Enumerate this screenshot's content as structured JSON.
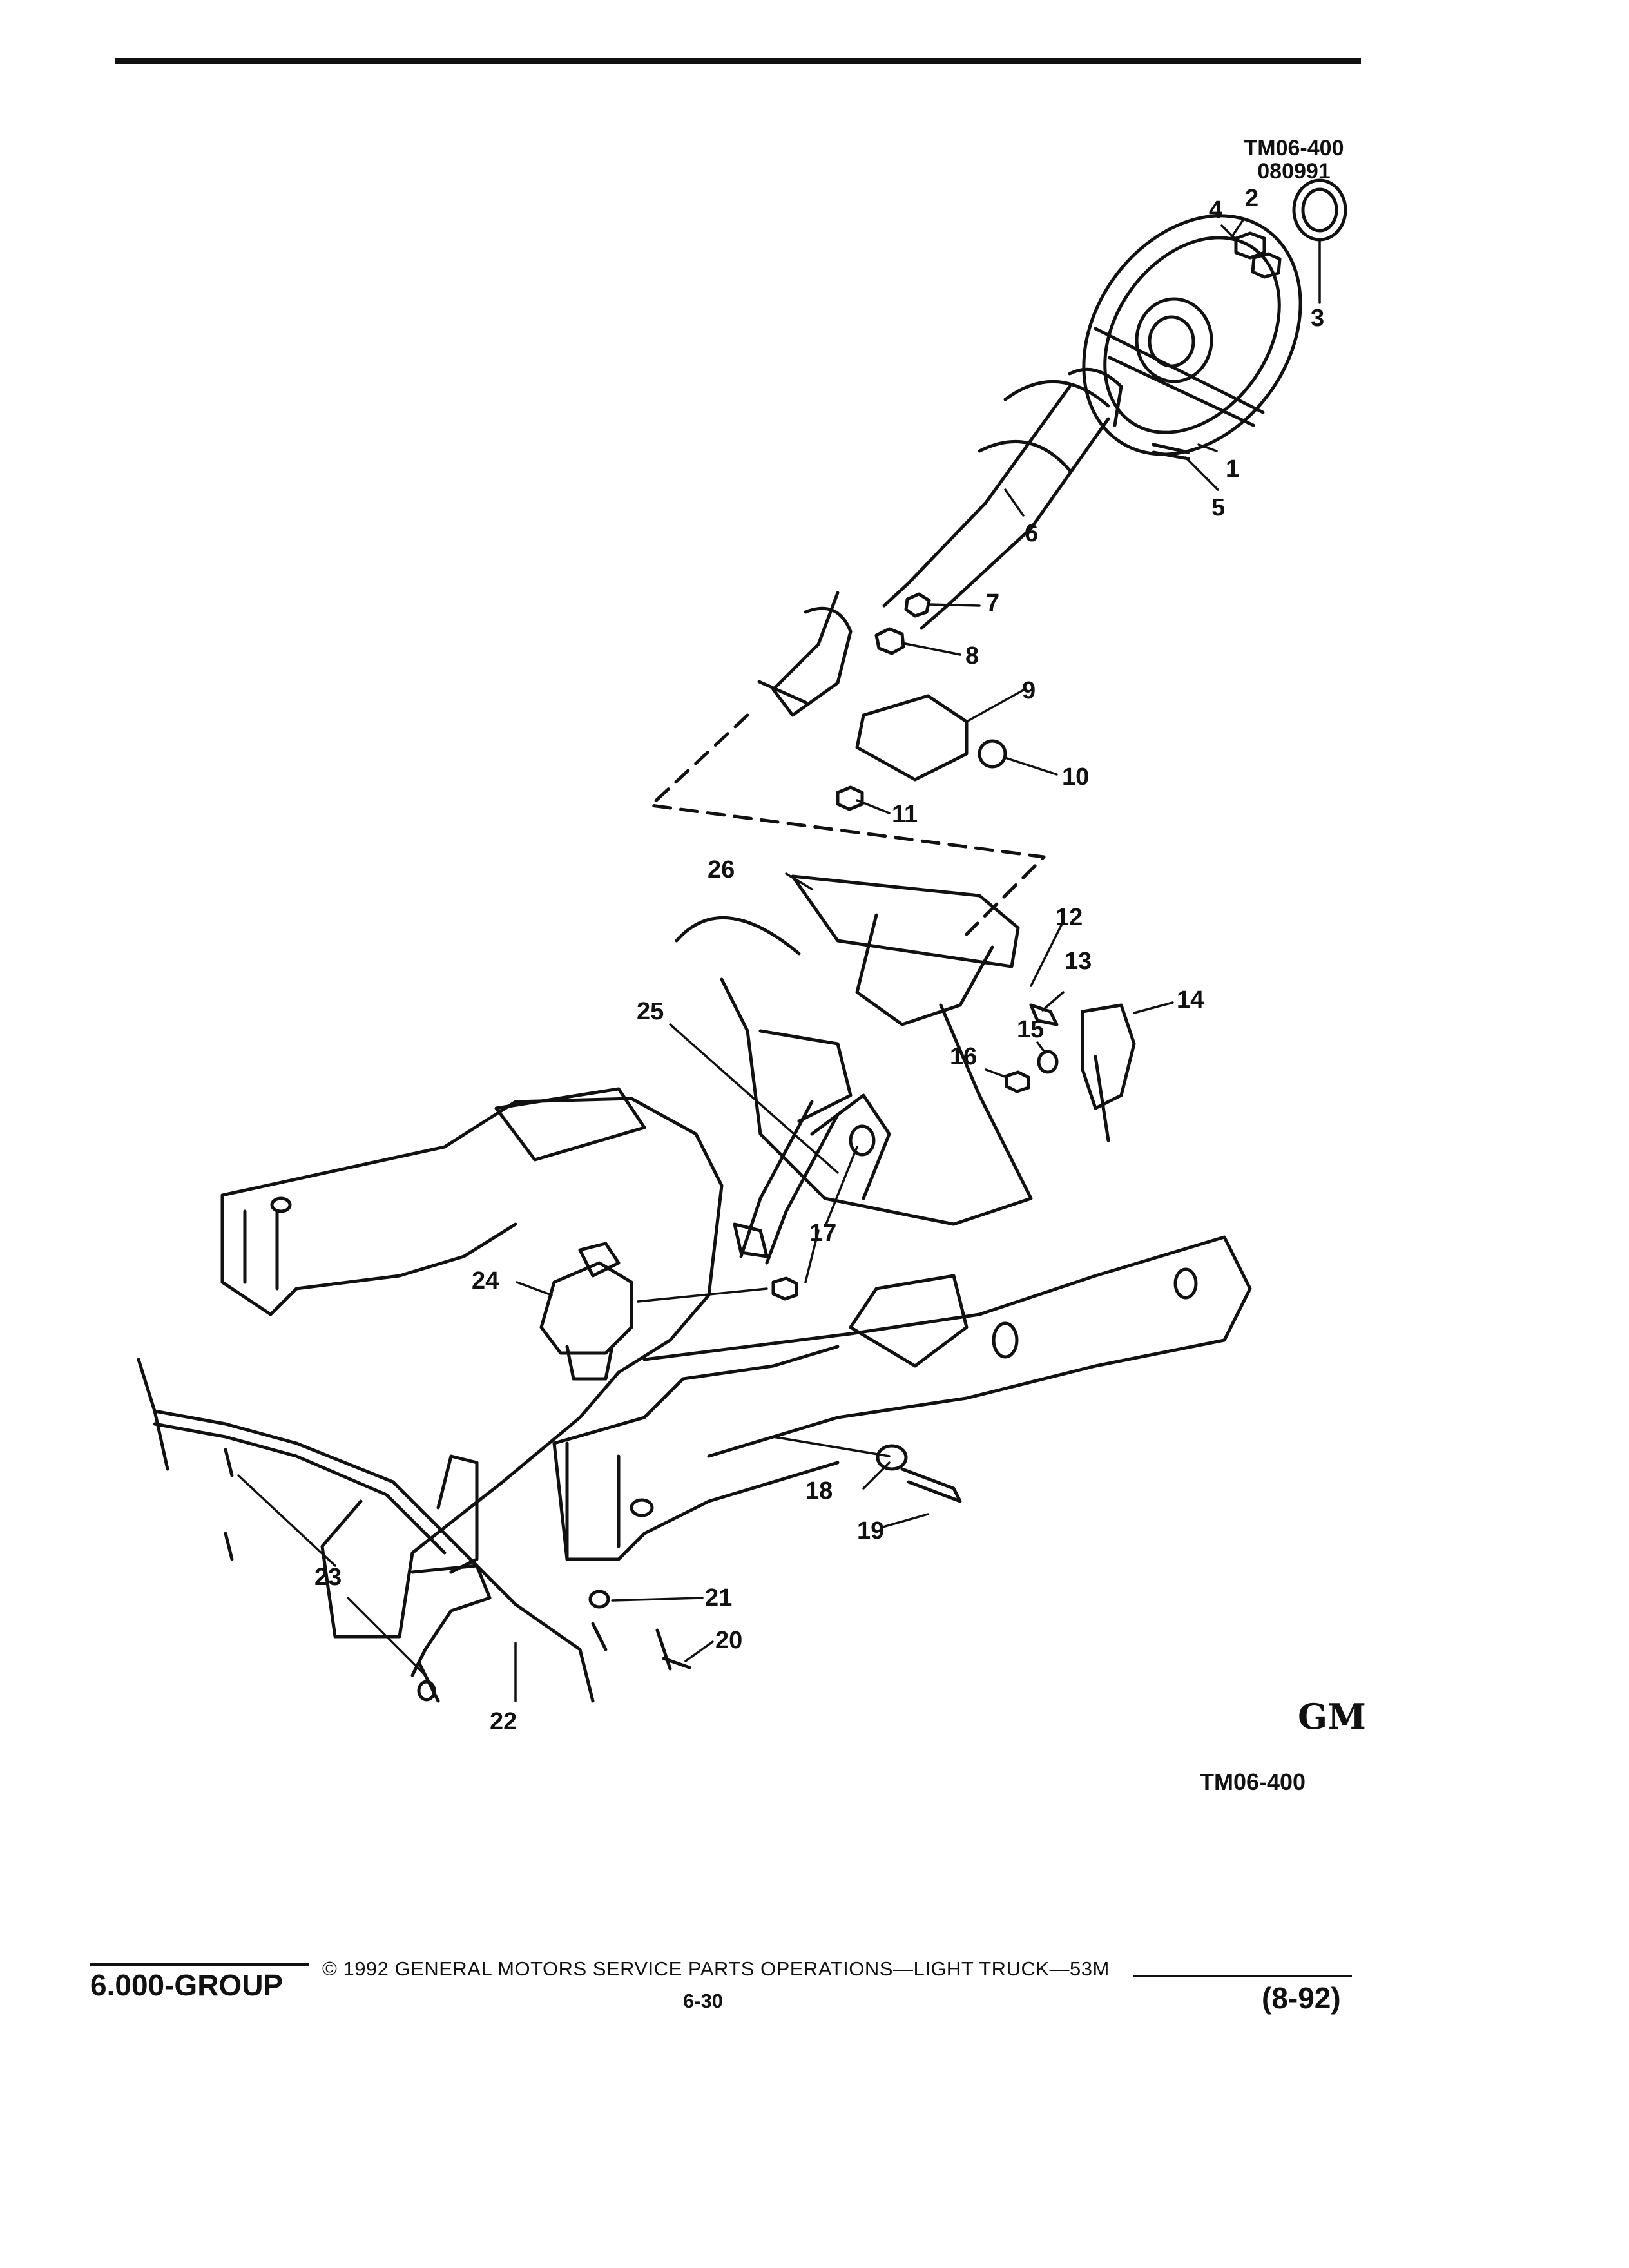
{
  "header": {
    "ref_code": "TM06-400",
    "ref_date": "080991"
  },
  "figure": {
    "code": "TM06-400",
    "logo": "GM",
    "callouts": [
      "1",
      "2",
      "3",
      "4",
      "5",
      "6",
      "7",
      "8",
      "9",
      "10",
      "11",
      "12",
      "13",
      "14",
      "15",
      "16",
      "17",
      "18",
      "19",
      "20",
      "21",
      "22",
      "23",
      "24",
      "25",
      "26"
    ]
  },
  "footer": {
    "group": "6.000-GROUP",
    "copyright": "© 1992 GENERAL MOTORS SERVICE PARTS OPERATIONS—LIGHT TRUCK—53M",
    "page": "6-30",
    "revision": "(8-92)"
  }
}
